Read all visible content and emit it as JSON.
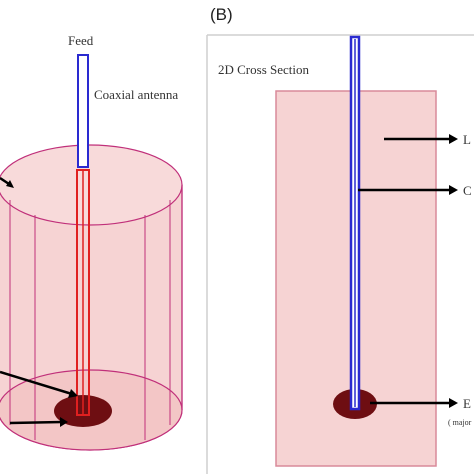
{
  "panel_b": {
    "label": "(B)",
    "title": "2D Cross Section",
    "label_l": "L",
    "label_c": "C",
    "label_e": "E",
    "label_e_note": "( major"
  },
  "panel_a": {
    "feed_label": "Feed",
    "antenna_label": "Coaxial antenna"
  },
  "colors": {
    "tissue_fill": "#f6d3d3",
    "tissue_stroke": "#d98a9a",
    "cylinder_stroke": "#c0307a",
    "coax_blue": "#2a2ad0",
    "coax_red": "#e02020",
    "ablation_zone": "#6e0e12"
  }
}
